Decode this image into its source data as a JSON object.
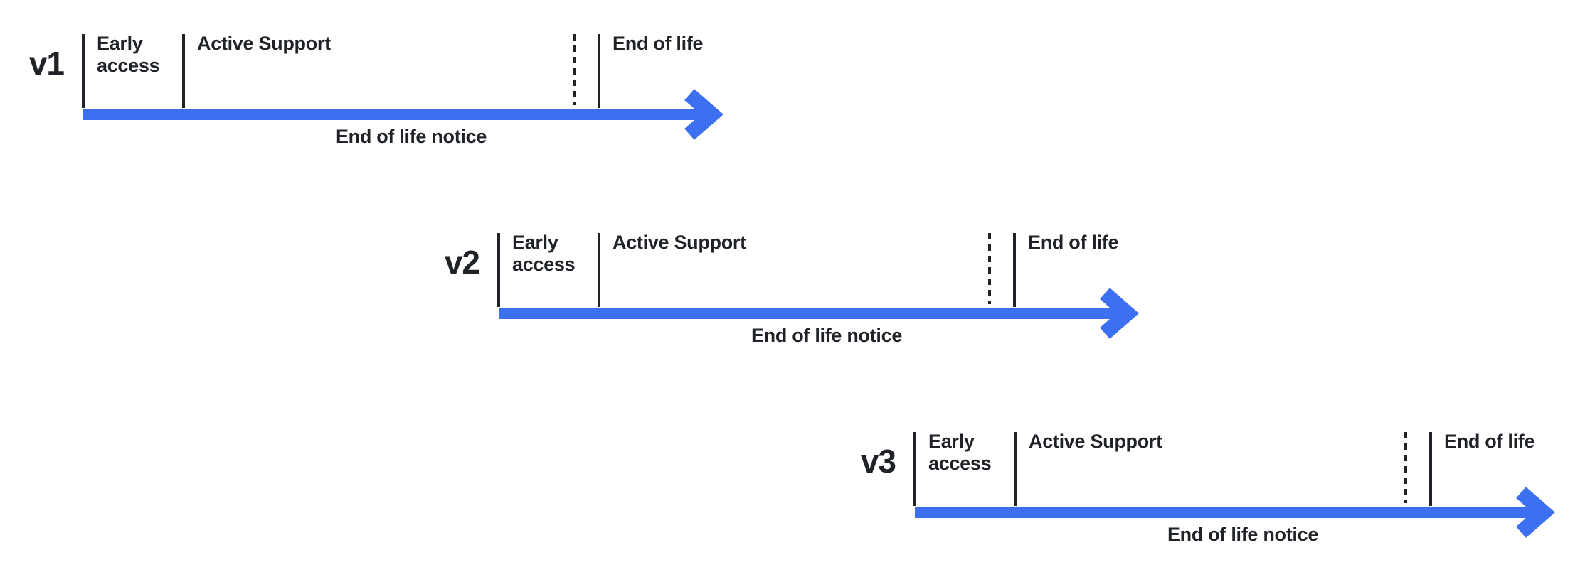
{
  "diagram": {
    "colors": {
      "arrow_blue": "#3D70F0",
      "ink": "#1F2328",
      "background": "#FFFFFF"
    },
    "timelines": [
      {
        "version": "v1",
        "early_access": "Early access",
        "active_support": "Active Support",
        "end_of_life": "End of life",
        "eol_notice": "End of life notice"
      },
      {
        "version": "v2",
        "early_access": "Early access",
        "active_support": "Active Support",
        "end_of_life": "End of life",
        "eol_notice": "End of life notice"
      },
      {
        "version": "v3",
        "early_access": "Early access",
        "active_support": "Active Support",
        "end_of_life": "End of life",
        "eol_notice": "End of life notice"
      }
    ]
  }
}
